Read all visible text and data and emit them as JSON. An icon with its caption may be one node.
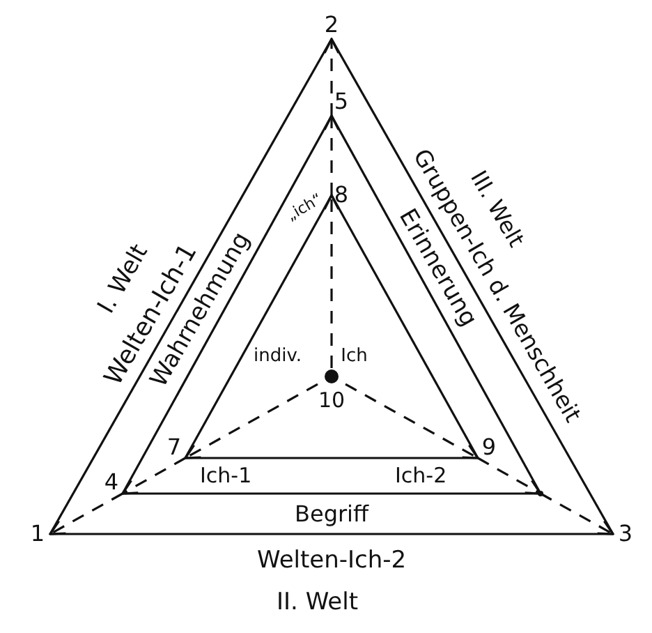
{
  "diagram": {
    "nodes": [
      {
        "text": [
          "2"
        ]
      },
      {
        "text": [
          "5"
        ]
      },
      {
        "text": [
          "8"
        ]
      },
      {
        "text": [
          "10"
        ]
      },
      {
        "text": [
          "7"
        ]
      },
      {
        "text": [
          "9"
        ]
      },
      {
        "text": [
          "4"
        ]
      },
      {
        "text": [],
        "shape": "point"
      },
      {
        "text": [
          "1"
        ]
      },
      {
        "text": [
          "3"
        ]
      }
    ],
    "edges": [
      {
        "from": 3,
        "to": 2,
        "arrow": "to",
        "style": "dashed"
      },
      {
        "from": 2,
        "to": 1,
        "arrow": "to",
        "style": "dashed"
      },
      {
        "from": 1,
        "to": 0,
        "arrow": "to",
        "style": "dashed"
      },
      {
        "from": 3,
        "to": 4,
        "arrow": "to",
        "style": "dashed"
      },
      {
        "from": 4,
        "to": 6,
        "arrow": "to",
        "style": "dashed"
      },
      {
        "from": 6,
        "to": 8,
        "arrow": "to",
        "style": "dashed"
      },
      {
        "from": 3,
        "to": 5,
        "arrow": "to",
        "style": "dashed"
      },
      {
        "from": 5,
        "to": 7,
        "arrow": "to",
        "style": "dashed"
      },
      {
        "from": 7,
        "to": 9,
        "arrow": "to",
        "style": "dashed"
      },
      {
        "from": 8,
        "to": 0,
        "arrow": "none"
      },
      {
        "from": 0,
        "to": 9,
        "arrow": "none"
      },
      {
        "from": 9,
        "to": 8,
        "arrow": "none"
      },
      {
        "from": 6,
        "to": 1,
        "arrow": "none"
      },
      {
        "from": 1,
        "to": 7,
        "arrow": "none"
      },
      {
        "from": 7,
        "to": 6,
        "arrow": "none"
      },
      {
        "from": 4,
        "to": 2,
        "arrow": "none"
      },
      {
        "from": 2,
        "to": 5,
        "arrow": "none"
      },
      {
        "from": 5,
        "to": 4,
        "arrow": "none"
      }
    ],
    "labels": [
      "I. Welt",
      "Welten-Ich-1",
      "Wahrnehmung",
      "„ich“",
      "III. Welt",
      "Gruppen-Ich d. Menschheit",
      "Erinnerung",
      "indiv. Ich",
      "Ich-1",
      "Ich-2",
      "Begriff",
      "Welten-Ich-2",
      "II. Welt"
    ]
  }
}
